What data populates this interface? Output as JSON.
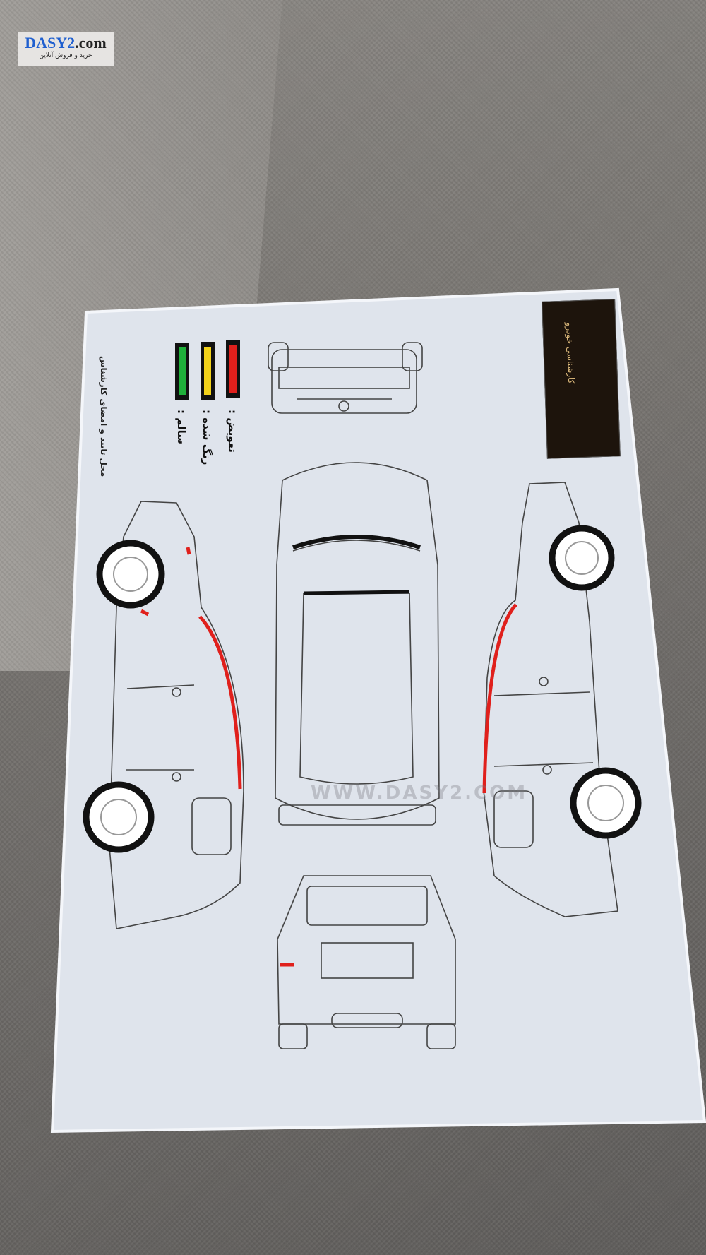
{
  "watermark_logo": {
    "brand": "DASY2",
    "domain": ".com",
    "tagline": "خرید و فروش آنلاین"
  },
  "sheet": {
    "side_note": "محل تایید و امضای کارشناس",
    "legend": [
      {
        "label": "تعویض :",
        "color": "#e0201c"
      },
      {
        "label": "رنگ شده :",
        "color": "#f2d21a"
      },
      {
        "label": "سالم :",
        "color": "#1fb03a"
      }
    ],
    "brand_logo_text": "کارشناسی خودرو",
    "center_watermark": "WWW.DASY2.COM"
  }
}
